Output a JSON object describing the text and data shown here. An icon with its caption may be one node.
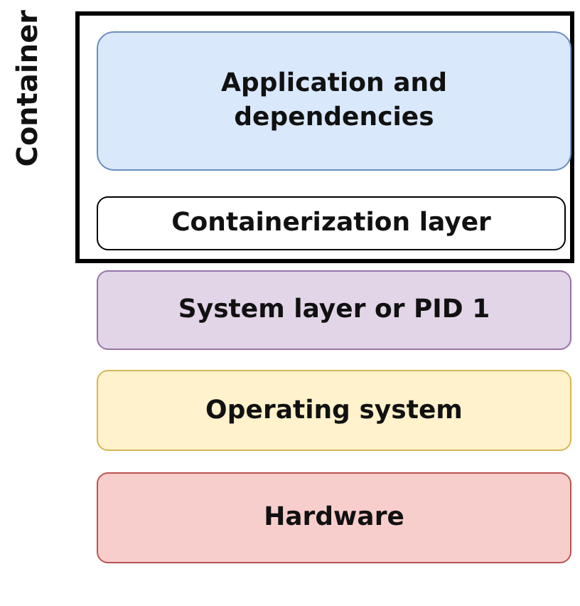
{
  "diagram": {
    "nodes": [
      {
        "text": [
          "Container"
        ]
      },
      {
        "text": [
          "Application and dependencies"
        ],
        "in": 0
      },
      {
        "text": [
          "Containerization layer"
        ],
        "in": 0
      },
      {
        "text": [
          "System layer or PID 1"
        ]
      },
      {
        "text": [
          "Operating system"
        ]
      },
      {
        "text": [
          "Hardware"
        ]
      }
    ]
  }
}
